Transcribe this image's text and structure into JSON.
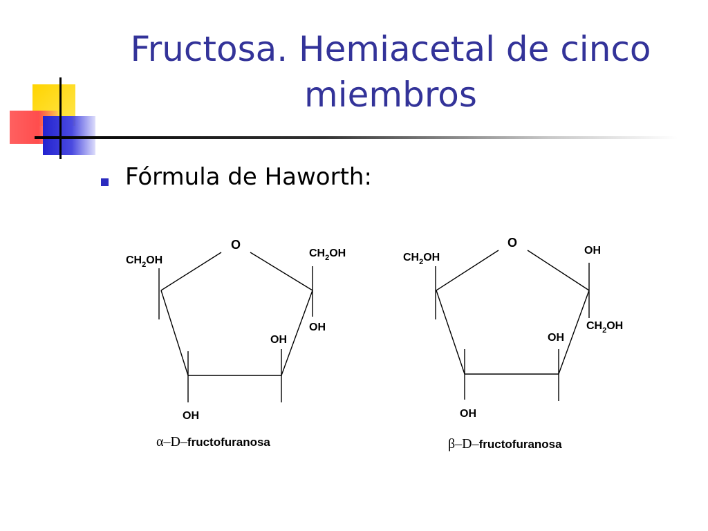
{
  "slide": {
    "title": "Fructosa. Hemiacetal de cinco miembros",
    "bullet": "Fórmula de Haworth:"
  },
  "structures": [
    {
      "ring_oxygen": "O",
      "top_left": "CH2OH",
      "top_right": "CH2OH",
      "anomeric_down": "OH",
      "c3_up": "OH",
      "c4_down": "OH",
      "caption_prefix": "α–D–",
      "caption_name": "fructofuranosa"
    },
    {
      "ring_oxygen": "O",
      "top_left": "CH2OH",
      "top_right": "OH",
      "anomeric_down": "CH2OH",
      "c3_up": "OH",
      "c4_down": "OH",
      "caption_prefix": "β–D–",
      "caption_name": "fructofuranosa"
    }
  ],
  "colors": {
    "title": "#333399",
    "bullet": "#2b2bbf"
  }
}
